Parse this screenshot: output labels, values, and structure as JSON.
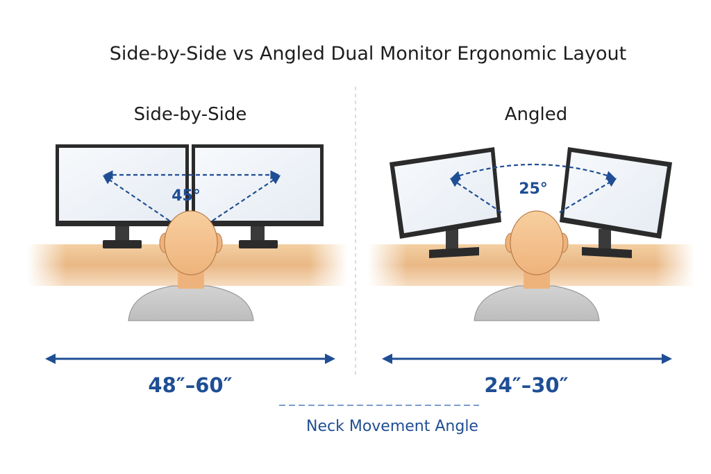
{
  "title": "Side-by-Side vs Angled Dual Monitor Ergonomic Layout",
  "panels": [
    {
      "heading": "Side-by-Side",
      "angle_label": "45°",
      "distance_label": "48″–60″"
    },
    {
      "heading": "Angled",
      "angle_label": "25°",
      "distance_label": "24″–30″"
    }
  ],
  "footer_label": "Neck Movement Angle",
  "colors": {
    "accent_blue": "#1f4e94",
    "desk": "#e8b886",
    "skin": "#f4c28f",
    "shirt": "#c9c9c9",
    "monitor_frame": "#2b2b2b"
  }
}
